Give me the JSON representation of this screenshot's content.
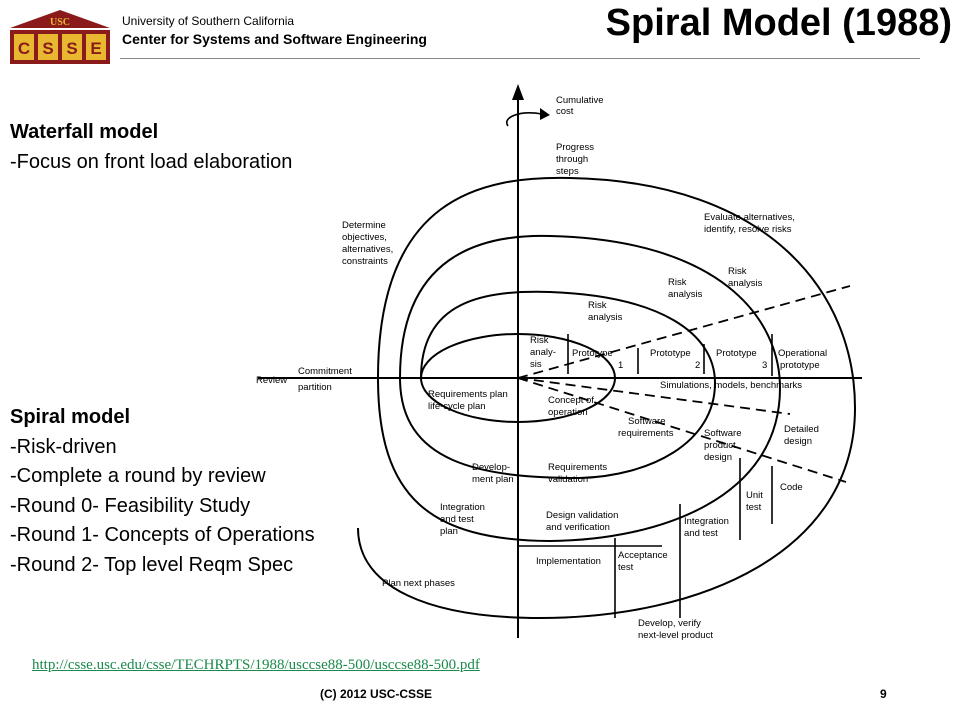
{
  "header": {
    "logo_text_top": "USC",
    "logo_letters": [
      "C",
      "S",
      "S",
      "E"
    ],
    "university": "University of Southern California",
    "center": "Center for Systems and Software Engineering",
    "title": "Spiral Model (1988)"
  },
  "waterfall": {
    "heading": "Waterfall model",
    "items": [
      "-Focus on front load elaboration"
    ]
  },
  "spiral": {
    "heading": "Spiral model",
    "items": [
      "-Risk-driven",
      "-Complete a round by review",
      "-Round 0- Feasibility Study",
      "-Round 1- Concepts of Operations",
      "-Round 2- Top level Reqm Spec"
    ]
  },
  "diagram": {
    "cumulative_cost": [
      "Cumulative",
      "cost"
    ],
    "progress": [
      "Progress",
      "through",
      "steps"
    ],
    "determine": [
      "Determine",
      "objectives,",
      "alternatives,",
      "constraints"
    ],
    "evaluate": [
      "Evaluate alternatives,",
      "identify, resolve risks"
    ],
    "risk_analysis_outer": [
      "Risk",
      "analysis"
    ],
    "risk_analysis_2": [
      "Risk",
      "analysis"
    ],
    "risk_analysis_3": [
      "Risk",
      "analysis"
    ],
    "risk_analysis_inner": [
      "Risk",
      "analy-",
      "sis"
    ],
    "prototype1": "Prototype",
    "num1": "1",
    "prototype2": "Prototype",
    "num2": "2",
    "prototype3": "Prototype",
    "num3": "3",
    "operational": [
      "Operational",
      "prototype"
    ],
    "review": "Review",
    "commitment": [
      "Commitment",
      "partition"
    ],
    "simulations": "Simulations, models, benchmarks",
    "req_plan": [
      "Requirements plan",
      "life-cycle plan"
    ],
    "concept": [
      "Concept of",
      "operation"
    ],
    "sw_req": [
      "Software",
      "requirements"
    ],
    "sw_product": [
      "Software",
      "product",
      "design"
    ],
    "detailed": [
      "Detailed",
      "design"
    ],
    "dev_plan": [
      "Develop-",
      "ment plan"
    ],
    "req_valid": [
      "Requirements",
      "validation"
    ],
    "code": "Code",
    "unit": [
      "Unit",
      "test"
    ],
    "integration_plan": [
      "Integration",
      "and test",
      "plan"
    ],
    "design_valid": [
      "Design validation",
      "and verification"
    ],
    "int_test": [
      "Integration",
      "and test"
    ],
    "implementation": "Implementation",
    "acceptance": [
      "Acceptance",
      "test"
    ],
    "plan_next": "Plan next phases",
    "develop": [
      "Develop, verify",
      "next-level product"
    ]
  },
  "url": "http://csse.usc.edu/csse/TECHRPTS/1988/usccse88-500/usccse88-500.pdf",
  "footer": "(C) 2012 USC-CSSE",
  "page_number": "9",
  "colors": {
    "logo_red": "#8b1a1a",
    "logo_gold": "#e8b830",
    "link": "#1a8a4a"
  }
}
